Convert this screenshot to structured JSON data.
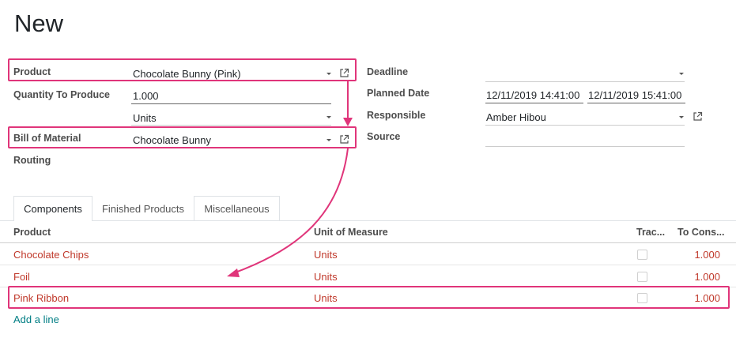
{
  "page": {
    "title": "New"
  },
  "left_form": {
    "product": {
      "label": "Product",
      "value": "Chocolate Bunny (Pink)"
    },
    "quantity": {
      "label": "Quantity To Produce",
      "value": "1.000",
      "uom": "Units"
    },
    "bom": {
      "label": "Bill of Material",
      "value": "Chocolate Bunny"
    },
    "routing": {
      "label": "Routing",
      "value": ""
    }
  },
  "right_form": {
    "deadline": {
      "label": "Deadline",
      "value": ""
    },
    "planned_date": {
      "label": "Planned Date",
      "start": "12/11/2019 14:41:00",
      "end": "12/11/2019 15:41:00"
    },
    "responsible": {
      "label": "Responsible",
      "value": "Amber Hibou"
    },
    "source": {
      "label": "Source",
      "value": ""
    }
  },
  "tabs": [
    {
      "label": "Components",
      "active": true
    },
    {
      "label": "Finished Products",
      "active": false
    },
    {
      "label": "Miscellaneous",
      "active": false
    }
  ],
  "table": {
    "headers": {
      "product": "Product",
      "uom": "Unit of Measure",
      "tracking": "Trac...",
      "to_consume": "To Cons..."
    },
    "rows": [
      {
        "product": "Chocolate Chips",
        "uom": "Units",
        "to_consume": "1.000"
      },
      {
        "product": "Foil",
        "uom": "Units",
        "to_consume": "1.000"
      },
      {
        "product": "Pink Ribbon",
        "uom": "Units",
        "to_consume": "1.000"
      }
    ],
    "add_line": "Add a line"
  },
  "colors": {
    "highlight": "#e0357a",
    "link": "#017e84",
    "row_text": "#c0392b"
  }
}
